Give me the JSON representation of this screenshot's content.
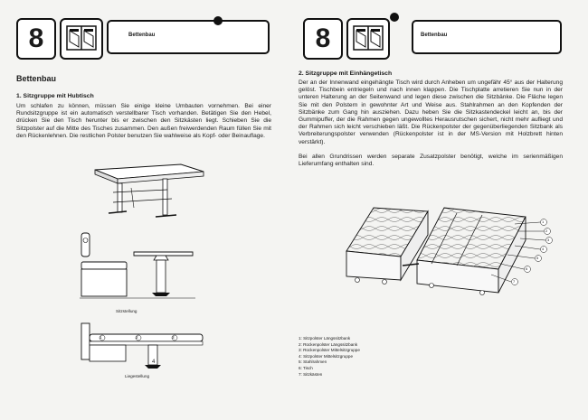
{
  "header": {
    "number": "8",
    "title": "Bettenbau"
  },
  "left": {
    "heading": "Bettenbau",
    "section1_title": "1. Sitzgruppe mit Hubtisch",
    "section1_body": "Um schlafen zu können, müssen Sie einige kleine Umbauten vornehmen. Bei einer Rundsitzgruppe ist ein automatisch verstellbarer Tisch vorhanden. Betätigen Sie den Hebel, drücken Sie den Tisch herunter bis er zwischen den Sitzkästen liegt. Schieben Sie die Sitzpolster auf die Mitte des Tisches zusammen. Den außen freiwerdenden Raum füllen Sie mit den Rückenlehnen. Die restlichen Polster benutzen Sie wahlweise als Kopf- oder Beinauflage.",
    "caption_sitz": "Sitzstellung",
    "caption_liege": "Liegestellung",
    "liege_numbers": [
      "1",
      "2",
      "3",
      "4"
    ]
  },
  "right": {
    "section2_title": "2. Sitzgruppe mit Einhängetisch",
    "section2_body": "Der an der Innenwand eingehängte Tisch wird durch Anheben um ungefähr 45° aus der Halterung gelöst. Tischbein entriegeln und nach innen klappen. Die Tischplatte arretieren Sie nun in der unteren Halterung an der Seitenwand und legen diese zwischen die Sitzbänke. Die Fläche legen Sie mit den Polstern in gewohnter Art und Weise aus. Stahlrahmen an den Kopfenden der Sitzbänke zum Gang hin ausziehen. Dazu heben Sie die Sitzkastendeckel leicht an, bis der Gummipuffer, der die Rahmen gegen ungewolltes Herausrutschen sichert, nicht mehr aufliegt und der Rahmen sich leicht verschieben läßt. Die Rückenpolster der gegenüberliegenden Sitzbank als Verbreiterungspolster verwenden (Rückenpolster ist in der MS-Version mit Holzbrett hinten verstärkt).",
    "section2_note": "Bei allen Grundrissen werden separate Zusatzpolster benötigt, welche im serienmäßigen Lieferumfang enthalten sind.",
    "legend": [
      "1: Sitzpolster Längssitzbank",
      "2: Rückenpolster Längssitzbank",
      "3: Rückenpolster Mittelsitzgruppe",
      "4: Sitzpolster Mittelsitzgruppe",
      "5: Stahlrahmen",
      "6: Tisch",
      "7: Sitzkästen"
    ],
    "callouts": [
      "1",
      "2",
      "3",
      "4",
      "5",
      "6",
      "7"
    ]
  }
}
